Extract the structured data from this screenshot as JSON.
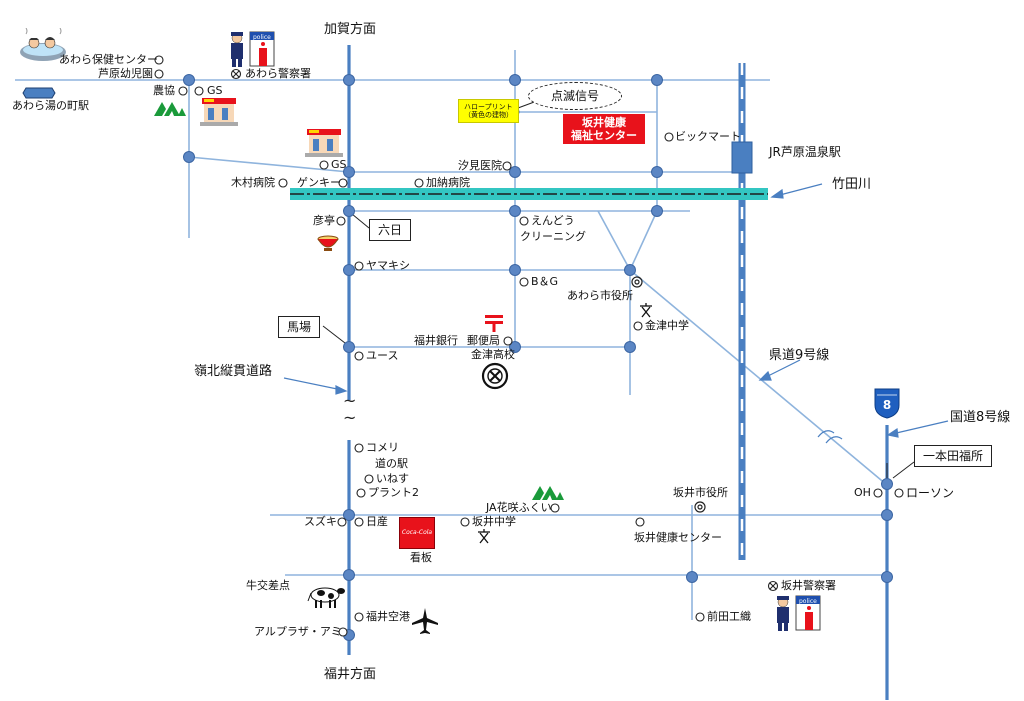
{
  "directions": {
    "kaga": "加賀方面",
    "fukui": "福井方面"
  },
  "callouts": {
    "takeda_river": "竹田川",
    "prefectural_road_9": "県道9号線",
    "national_route_8": "国道8号線",
    "reihoku_road": "嶺北縦貫道路"
  },
  "boxed_labels": {
    "muika": "六日",
    "baba": "馬場",
    "ippondaf": "一本田福所"
  },
  "highlights": {
    "hello_print_line1": "ハロープリント",
    "hello_print_line2": "（黄色の建物）",
    "blinking_signal": "点滅信号",
    "center_line1": "坂井健康",
    "center_line2": "福祉センター"
  },
  "route_shield": {
    "number": "8",
    "color": "#1f5fbf"
  },
  "places": {
    "awara_health_center": "あわら保健センター",
    "ashihara_kindergarten": "芦原幼児園",
    "awara_police": "あわら警察署",
    "awara_yunomachi_station": "あわら湯の町駅",
    "nokyo": "農協",
    "gs_top": "GS",
    "gs_mid": "GS",
    "shiomi_clinic": "汐見医院",
    "biggu_mart": "ビックマート",
    "jr_station": "JR芦原温泉駅",
    "kimura_hospital": "木村病院",
    "genki": "ゲンキー",
    "kano_hospital": "加納病院",
    "hikotei": "彦亭",
    "endo_cleaning_line1": "えんどう",
    "endo_cleaning_line2": "クリーニング",
    "yamakishi": "ヤマキシ",
    "bg": "B＆G",
    "awara_city_hall": "あわら市役所",
    "kanazu_jhs": "金津中学",
    "fukui_bank": "福井銀行",
    "post_office": "郵便局",
    "kanazu_hs": "金津高校",
    "youth": "ユース",
    "komeri": "コメリ",
    "michi_no_eki": "道の駅",
    "inasu": "いねす",
    "plant2": "プラント2",
    "ja_hanasaki": "JA花咲ふくい",
    "sakai_city_hall": "坂井市役所",
    "oh": "OH",
    "lawson": "ローソン",
    "suzuki": "スズキ",
    "nissan": "日産",
    "sakai_jhs": "坂井中学",
    "sakai_health_center": "坂井健康センター",
    "signboard": "看板",
    "gyuko_intersection": "牛交差点",
    "sakai_police": "坂井警察署",
    "fukui_airport": "福井空港",
    "maeda_kogyo": "前田工織",
    "alplaza_ami": "アルプラザ・アミ"
  },
  "icon_text": {
    "police_sign": "police",
    "coca_cola": "Coca-Cola"
  },
  "colors": {
    "road": "#4a7fc1",
    "thin_road": "#8fb4dd",
    "node": "#5b86c4",
    "river": "#33c6c2",
    "rail": "#4a7fc1",
    "accent_red": "#e8121b",
    "ja_green": "#1a9a3a"
  },
  "icons": [
    "hot-spring-icon",
    "police-icon",
    "ja-logo-icon",
    "gas-station-icon",
    "ramen-bowl-icon",
    "post-office-mark-icon",
    "school-mark-icon",
    "cow-icon",
    "airplane-icon",
    "coca-cola-sign-icon",
    "route-shield-icon"
  ]
}
